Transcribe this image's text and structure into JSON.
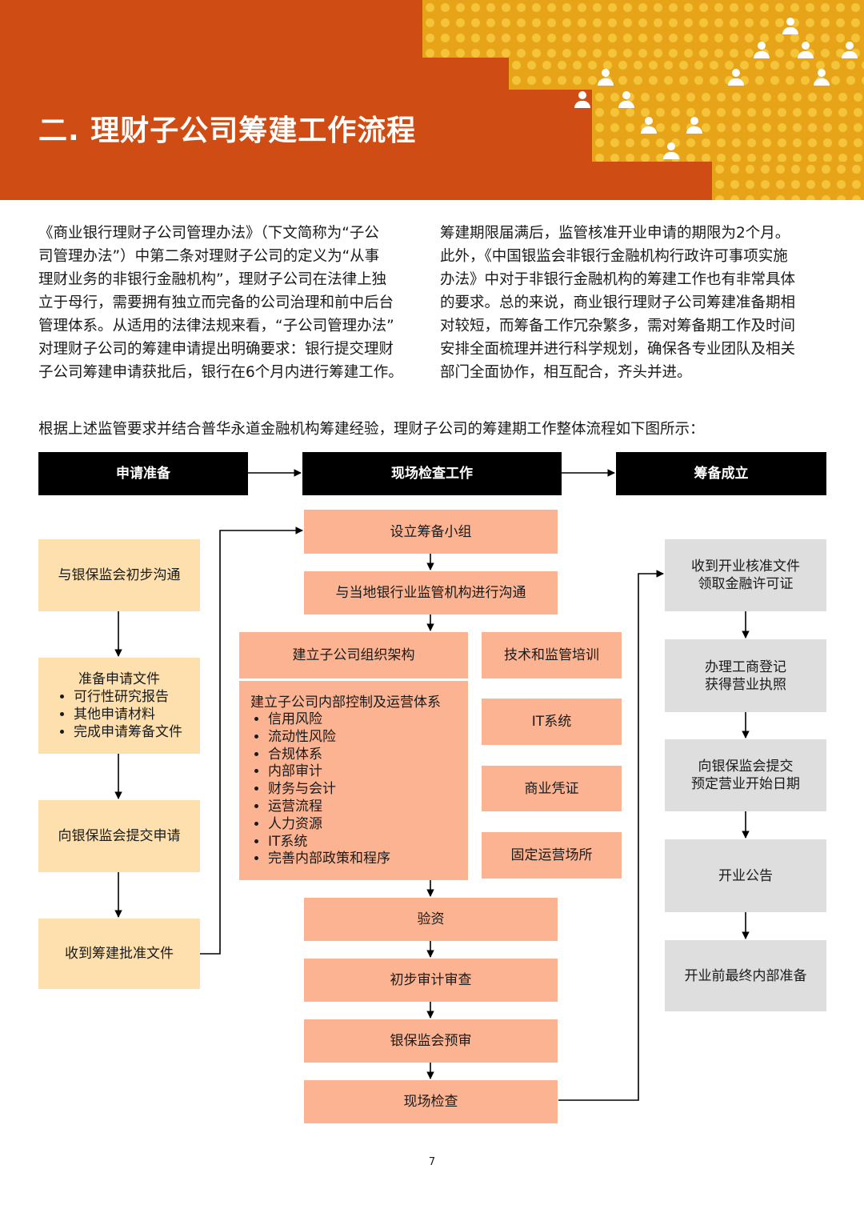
{
  "header": {
    "title": "二. 理财子公司筹建工作流程",
    "colors": {
      "orange": "#cf4d14",
      "gold": "#e7a418",
      "dot": "#f4c43a"
    }
  },
  "body": {
    "para_left": "《商业银行理财子公司管理办法》（下文简称为“子公\n司管理办法”）中第二条对理财子公司的定义为“从事\n理财业务的非银行金融机构”，理财子公司在法律上独\n立于母行，需要拥有独立而完备的公司治理和前中后台\n管理体系。从适用的法律法规来看，“子公司管理办法”\n对理财子公司的筹建申请提出明确要求：银行提交理财\n子公司筹建申请获批后，银行在6个月内进行筹建工作。",
    "para_right": "筹建期限届满后，监管核准开业申请的期限为2个月。\n此外，《中国银监会非银行金融机构行政许可事项实施\n办法》中对于非银行金融机构的筹建工作也有非常具体\n的要求。总的来说，商业银行理财子公司筹建准备期相\n对较短，而筹备工作冗杂繁多，需对筹备期工作及时间\n安排全面梳理并进行科学规划，确保各专业团队及相关\n部门全面协作，相互配合，齐头并进。",
    "intro": "根据上述监管要求并结合普华永道金融机构筹建经验，理财子公司的筹建期工作整体流程如下图所示："
  },
  "flow": {
    "colors": {
      "head": "#000000",
      "phase1": "#fde0ad",
      "phase2": "#fbb391",
      "phase3": "#dedede"
    },
    "headers": [
      "申请准备",
      "现场检查工作",
      "筹备成立"
    ],
    "col1": {
      "step1": "与银保监会初步沟通",
      "step2_title": "准备申请文件",
      "step2_items": [
        "可行性研究报告",
        "其他申请材料",
        "完成申请筹备文件"
      ],
      "step3": "向银保监会提交申请",
      "step4": "收到筹建批准文件"
    },
    "col2": {
      "setup": "设立筹备小组",
      "communicate": "与当地银行业监管机构进行沟通",
      "org": "建立子公司组织架构",
      "training": "技术和监管培训",
      "internal_title": "建立子公司内部控制及运营体系",
      "internal_items": [
        "信用风险",
        "流动性风险",
        "合规体系",
        "内部审计",
        "财务与会计",
        "运营流程",
        "人力资源",
        "IT系统",
        "完善内部政策和程序"
      ],
      "it": "IT系统",
      "voucher": "商业凭证",
      "premises": "固定运营场所",
      "capital": "验资",
      "audit": "初步审计审查",
      "prereview": "银保监会预审",
      "inspection": "现场检查"
    },
    "col3": {
      "license": "收到开业核准文件\n领取金融许可证",
      "registration": "办理工商登记\n获得营业执照",
      "submit_date": "向银保监会提交\n预定营业开始日期",
      "announce": "开业公告",
      "final": "开业前最终内部准备"
    }
  },
  "footer": {
    "page": "7"
  }
}
